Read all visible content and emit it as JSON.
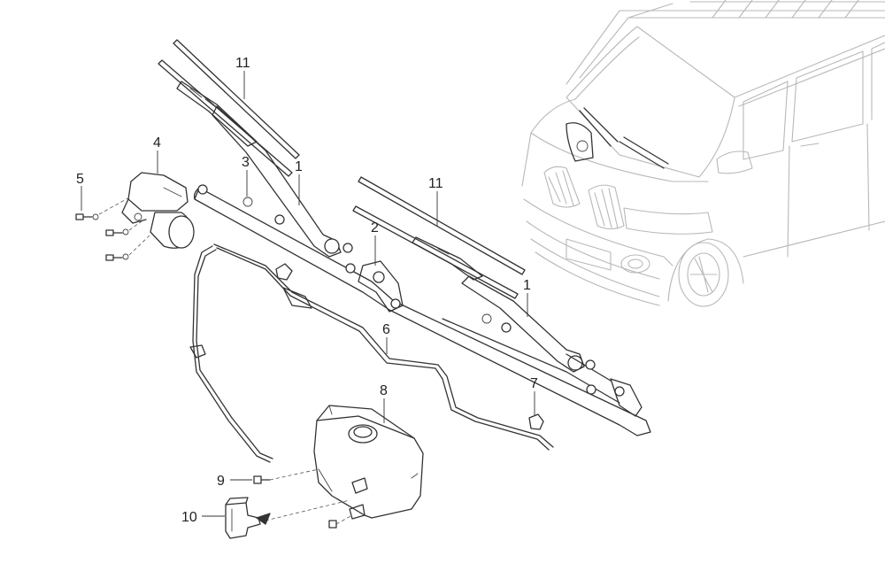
{
  "diagram": {
    "callouts": {
      "c1a": "1",
      "c1b": "1",
      "c2": "2",
      "c3": "3",
      "c4": "4",
      "c5": "5",
      "c6": "6",
      "c7": "7",
      "c8": "8",
      "c9": "9",
      "c10": "10",
      "c11a": "11",
      "c11b": "11"
    },
    "parts": [
      {
        "callout": "1",
        "icon": "wiper-arm"
      },
      {
        "callout": "2",
        "icon": "pivot-linkage"
      },
      {
        "callout": "3",
        "icon": "cap"
      },
      {
        "callout": "4",
        "icon": "wiper-motor"
      },
      {
        "callout": "5",
        "icon": "bolt"
      },
      {
        "callout": "6",
        "icon": "washer-hose"
      },
      {
        "callout": "7",
        "icon": "nozzle"
      },
      {
        "callout": "8",
        "icon": "washer-reservoir"
      },
      {
        "callout": "9",
        "icon": "bolt"
      },
      {
        "callout": "10",
        "icon": "washer-pump"
      },
      {
        "callout": "11",
        "icon": "wiper-blade"
      }
    ],
    "colors": {
      "line": "#333333",
      "van": "#b8b8b8",
      "background": "#ffffff"
    }
  }
}
